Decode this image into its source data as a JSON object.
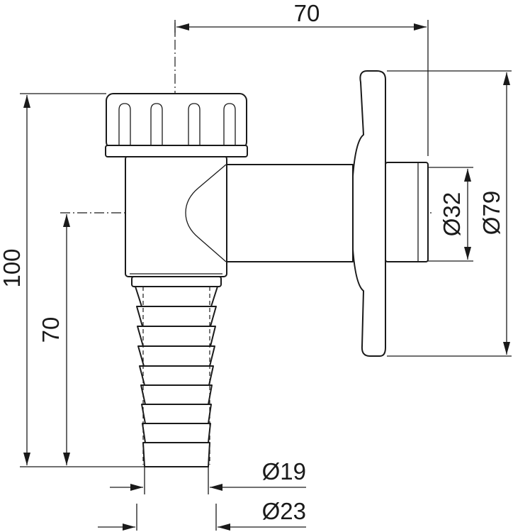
{
  "dimensions": {
    "top_width": "70",
    "overall_height": "100",
    "center_height": "70",
    "flange_inner_diameter": "Ø32",
    "flange_outer_diameter": "Ø79",
    "hose_tip_diameter": "Ø19",
    "hose_base_diameter": "Ø23"
  },
  "colors": {
    "line": "#1a1a1a",
    "background": "#ffffff"
  }
}
